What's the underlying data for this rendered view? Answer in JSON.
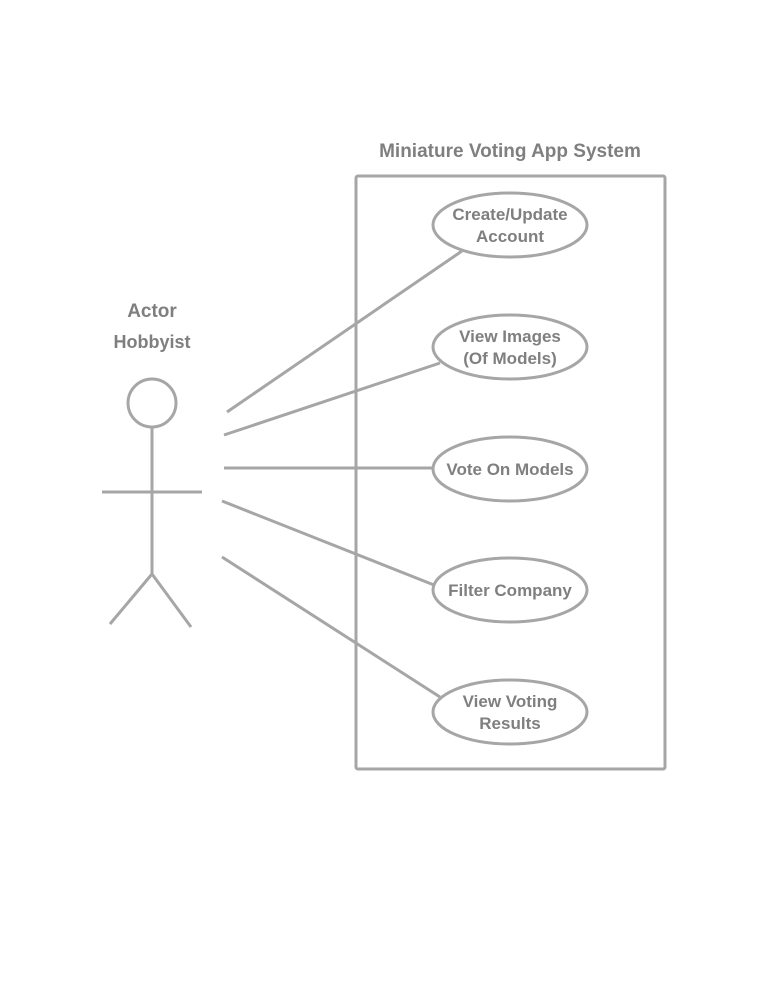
{
  "colors": {
    "line": "#a6a6a6",
    "text": "#7f7f7f",
    "background": "#ffffff"
  },
  "system": {
    "title": "Miniature Voting App System"
  },
  "actor": {
    "heading": "Actor",
    "name": "Hobbyist"
  },
  "use_cases": [
    {
      "lines": [
        "Create/Update",
        "Account"
      ]
    },
    {
      "lines": [
        "View Images",
        "(Of Models)"
      ]
    },
    {
      "lines": [
        "Vote On Models"
      ]
    },
    {
      "lines": [
        "Filter Company"
      ]
    },
    {
      "lines": [
        "View Voting",
        "Results"
      ]
    }
  ]
}
